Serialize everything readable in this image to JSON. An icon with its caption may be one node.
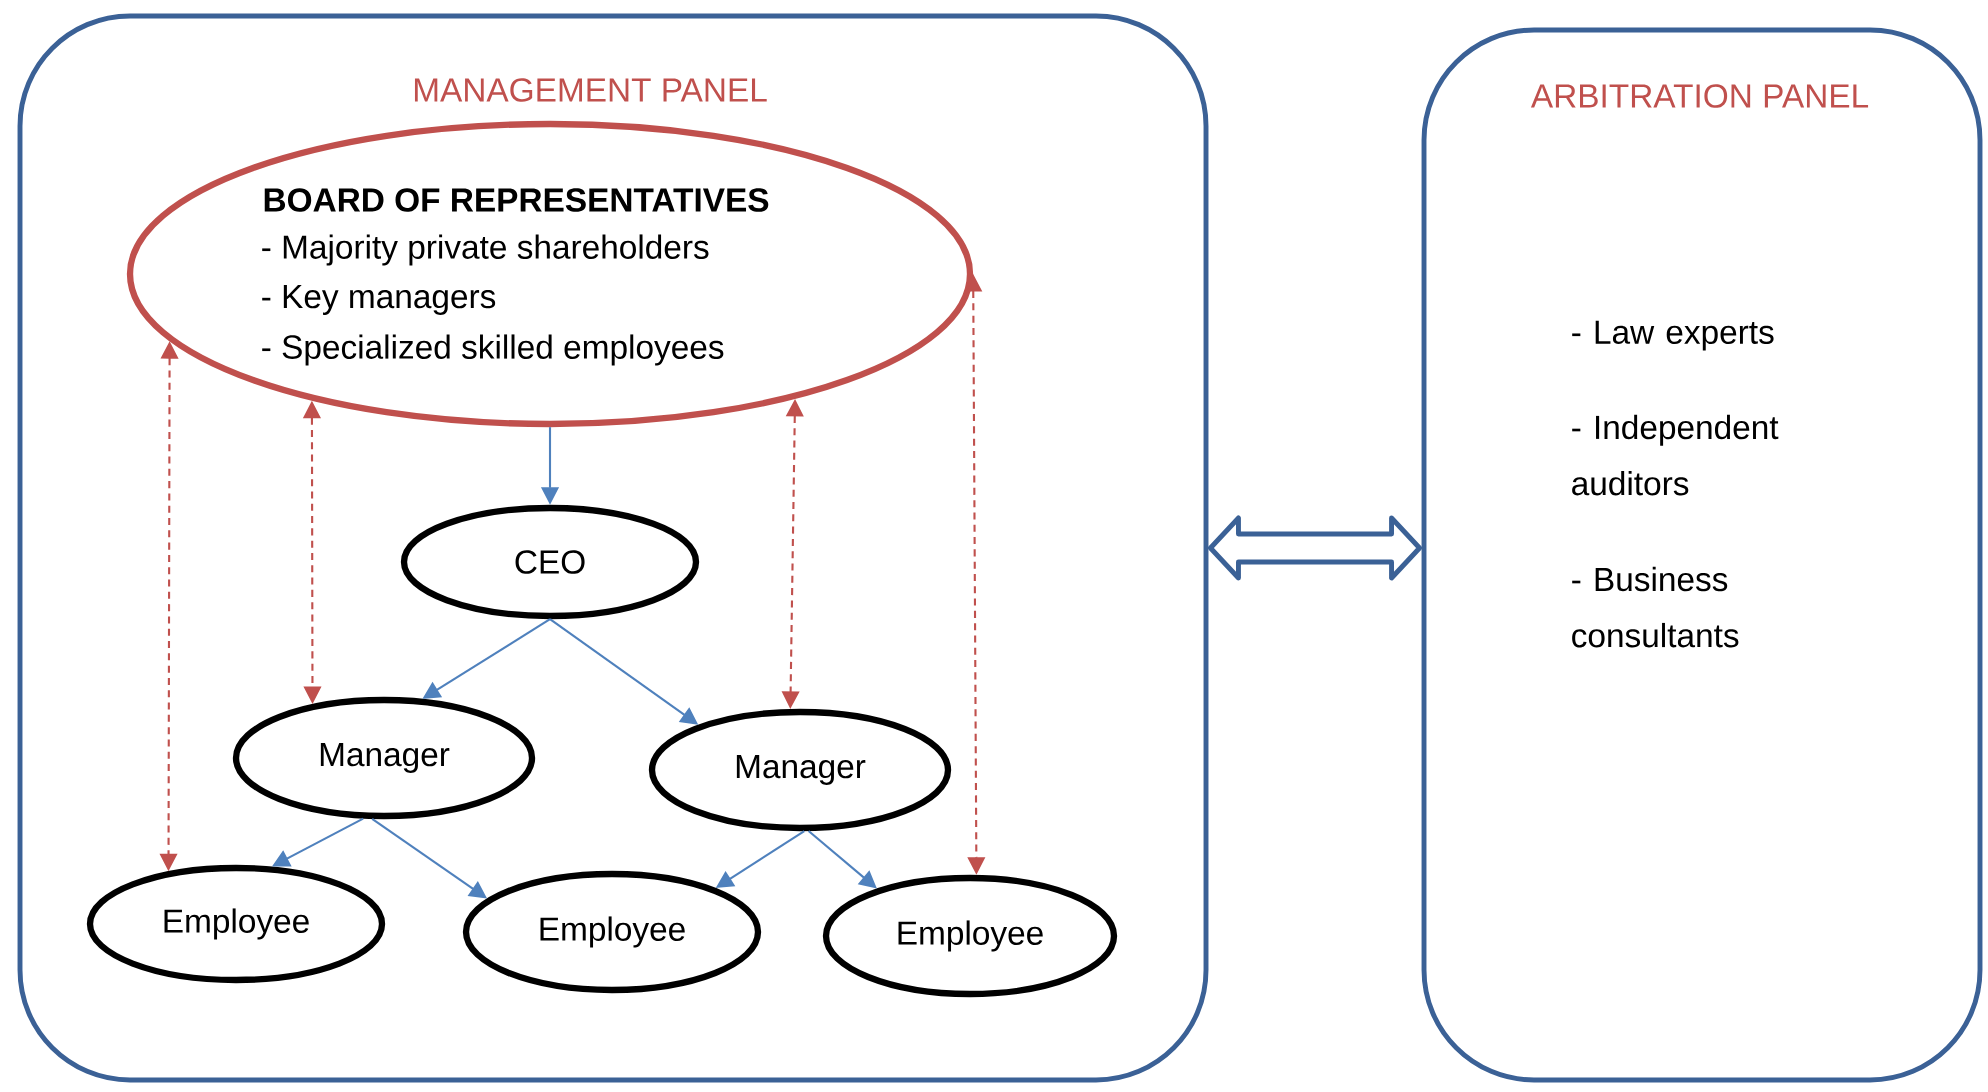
{
  "diagram": {
    "nodes": [
      {
        "text": [
          "MANAGEMENT PANEL"
        ]
      },
      {
        "text": [
          "BOARD OF REPRESENTATIVES",
          "- Majority private shareholders",
          "- Key managers",
          "- Specialized skilled employees"
        ],
        "in": 0
      },
      {
        "text": [
          "CEO"
        ],
        "in": 0
      },
      {
        "text": [
          "Manager"
        ],
        "in": 0
      },
      {
        "text": [
          "Manager"
        ],
        "in": 0
      },
      {
        "text": [
          "Employee"
        ],
        "in": 0
      },
      {
        "text": [
          "Employee"
        ],
        "in": 0
      },
      {
        "text": [
          "Employee"
        ],
        "in": 0
      },
      {
        "text": [
          "ARBITRATION PANEL",
          "- Law experts",
          "- Independent auditors",
          "- Business consultants"
        ]
      }
    ],
    "edges": [
      {
        "from": 1,
        "to": 2,
        "arrow": "to"
      },
      {
        "from": 2,
        "to": 3,
        "arrow": "to"
      },
      {
        "from": 2,
        "to": 4,
        "arrow": "to"
      },
      {
        "from": 3,
        "to": 5,
        "arrow": "to"
      },
      {
        "from": 3,
        "to": 6,
        "arrow": "to"
      },
      {
        "from": 4,
        "to": 6,
        "arrow": "to"
      },
      {
        "from": 4,
        "to": 7,
        "arrow": "to"
      },
      {
        "from": 1,
        "to": 5,
        "arrow": "both",
        "style": "dashed",
        "color": "#c0504d"
      },
      {
        "from": 1,
        "to": 3,
        "arrow": "both",
        "style": "dashed",
        "color": "#c0504d"
      },
      {
        "from": 1,
        "to": 4,
        "arrow": "both",
        "style": "dashed",
        "color": "#c0504d"
      },
      {
        "from": 1,
        "to": 7,
        "arrow": "both",
        "style": "dashed",
        "color": "#c0504d"
      },
      {
        "from": 0,
        "to": 8,
        "arrow": "both",
        "style": "thick",
        "color": "#3b6196"
      }
    ]
  }
}
